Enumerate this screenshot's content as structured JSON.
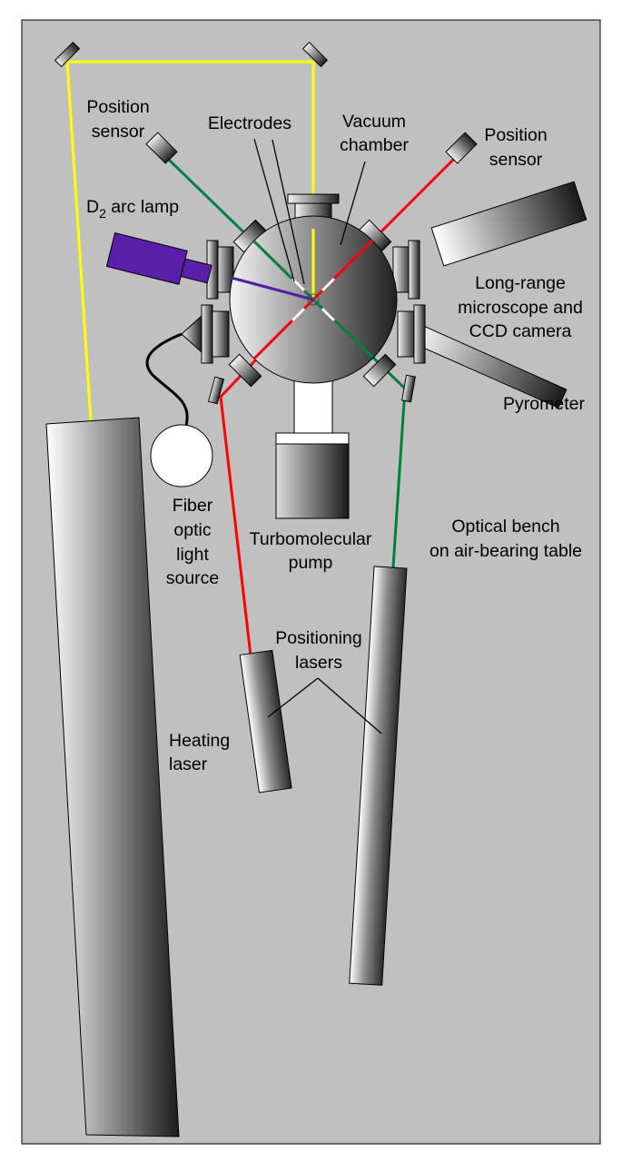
{
  "labels": {
    "position_sensor_left": [
      "Position",
      "sensor"
    ],
    "electrodes": "Electrodes",
    "vacuum_chamber": [
      "Vacuum",
      "chamber"
    ],
    "position_sensor_right": [
      "Position",
      "sensor"
    ],
    "d2_lamp": {
      "main": "D",
      "sub": "2",
      "rest": " arc lamp"
    },
    "microscope": [
      "Long-range",
      "microscope and",
      "CCD camera"
    ],
    "pyrometer": "Pyrometer",
    "fiber_optic": [
      "Fiber",
      "optic",
      "light",
      "source"
    ],
    "turbo_pump": [
      "Turbomolecular",
      "pump"
    ],
    "optical_bench": [
      "Optical bench",
      "on air-bearing table"
    ],
    "positioning_lasers": [
      "Positioning",
      "lasers"
    ],
    "heating_laser": [
      "Heating",
      "laser"
    ]
  },
  "colors": {
    "background": "#c0c0c0",
    "yellow_beam": "#ffff00",
    "red_beam": "#ff0000",
    "green_beam": "#008040",
    "purple_beam": "#5020a0",
    "lamp": "#5a1ea8"
  }
}
